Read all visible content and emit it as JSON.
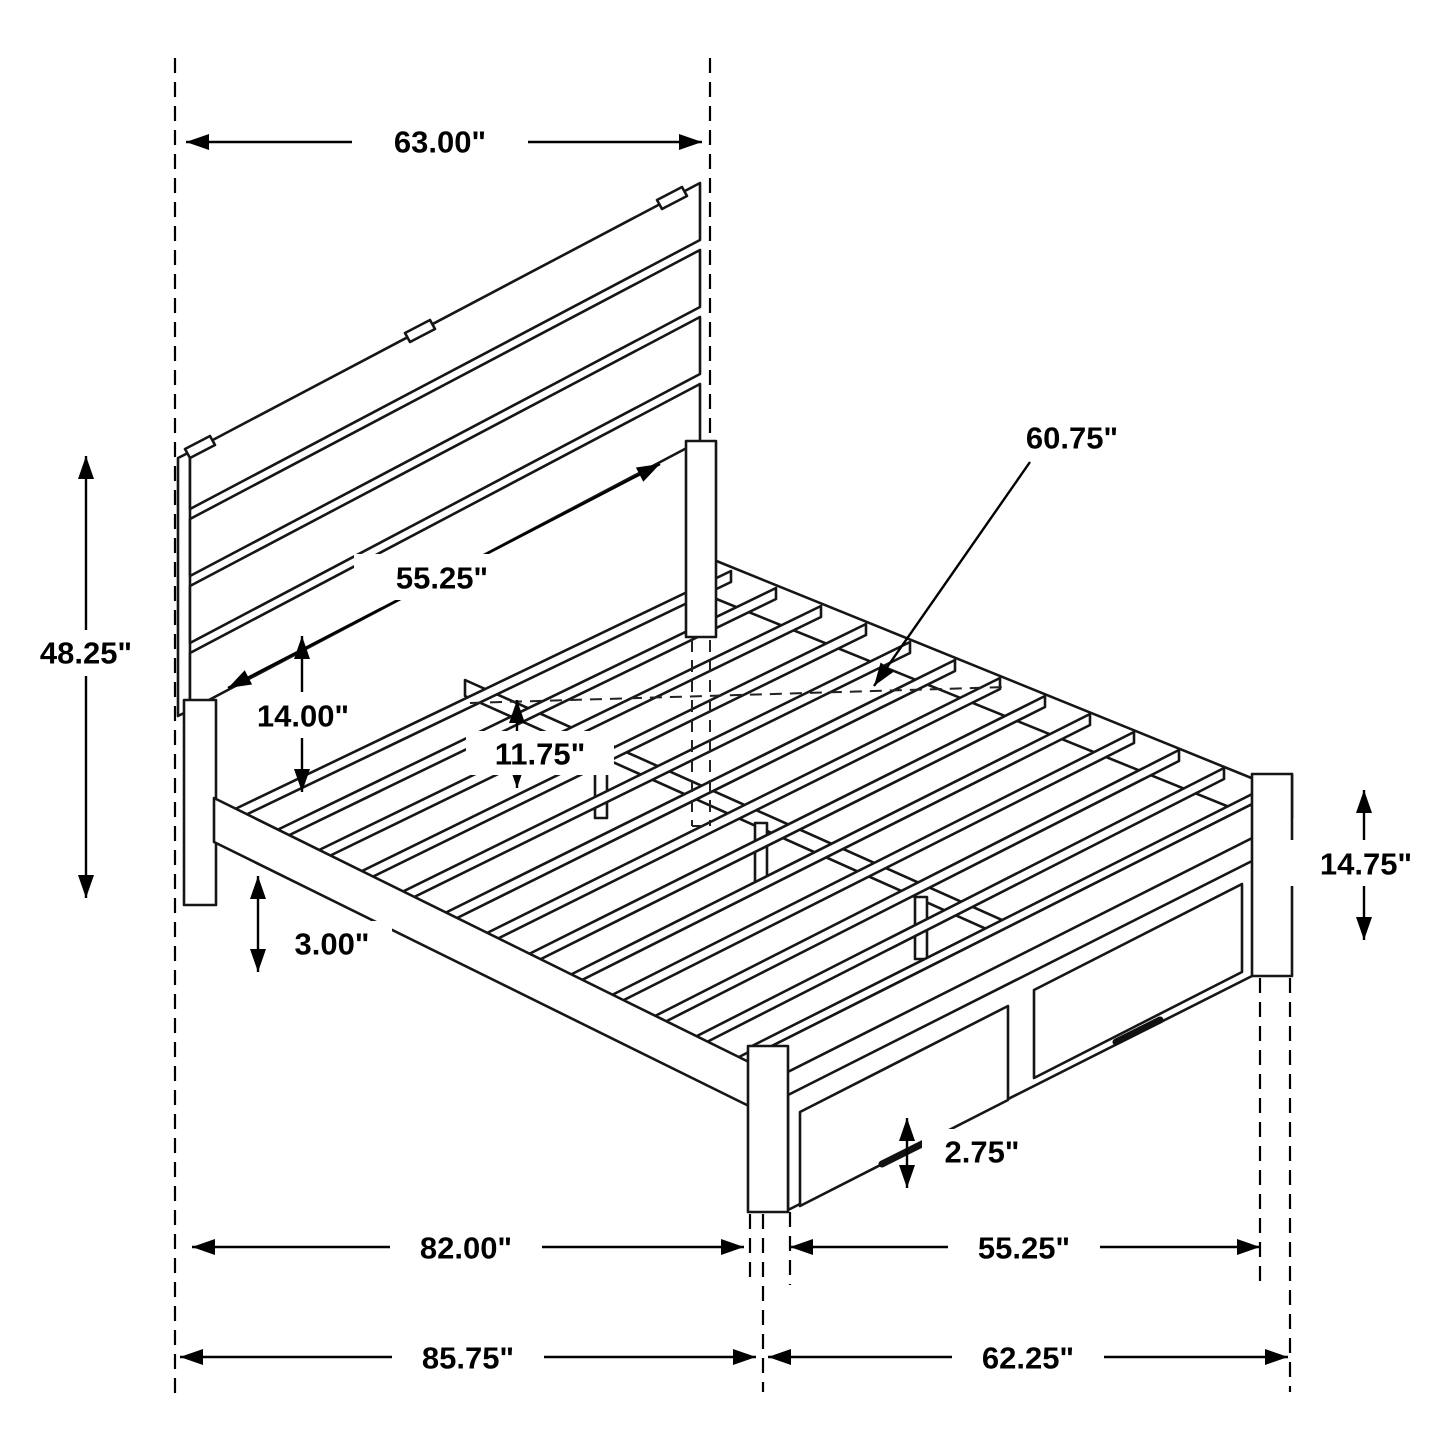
{
  "diagram": {
    "type": "furniture-dimension-drawing",
    "subject": "storage-bed-with-headboard-and-footboard-drawers"
  },
  "dims": {
    "headboard_width": "63.00\"",
    "headboard_height": "48.25\"",
    "headboard_panel_width": "55.25\"",
    "headboard_clearance": "14.00\"",
    "slat_height_from_floor": "11.75\"",
    "slat_length": "60.75\"",
    "side_rail_clearance": "3.00\"",
    "footboard_height": "14.75\"",
    "drawer_base_clearance": "2.75\"",
    "frame_length": "82.00\"",
    "footboard_width": "55.25\"",
    "overall_length": "85.75\"",
    "overall_width": "62.25\""
  }
}
